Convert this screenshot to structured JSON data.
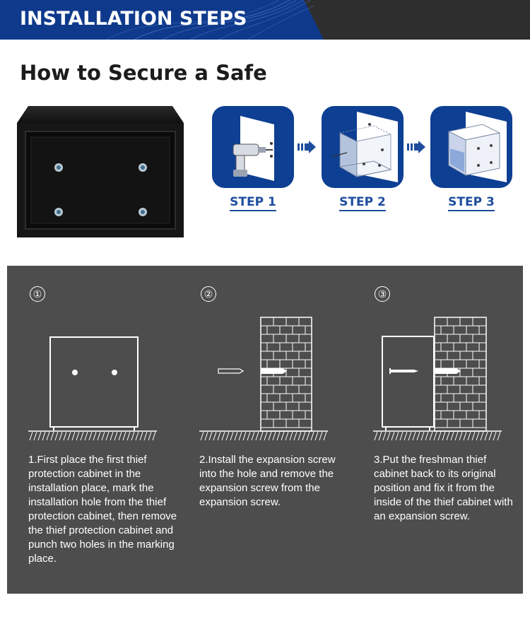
{
  "banner": {
    "title": "INSTALLATION STEPS"
  },
  "page_title": "How to Secure a Safe",
  "steps": [
    {
      "label": "STEP 1"
    },
    {
      "label": "STEP 2"
    },
    {
      "label": "STEP 3"
    }
  ],
  "instructions": [
    {
      "number": "①",
      "text": "1.First place the first thief protection cabinet in the installation place, mark the installation hole from the thief protection cabinet, then remove the thief protection cabinet and punch two holes in the marking place."
    },
    {
      "number": "②",
      "text": "2.Install the expansion screw into the hole and remove the expansion screw from the expansion screw."
    },
    {
      "number": "③",
      "text": "3.Put the freshman thief cabinet back to its original position and fix it from the inside of the thief cabinet with an expansion screw."
    }
  ],
  "colors": {
    "banner_bg": "#2e2e2e",
    "accent_blue": "#0d3f93",
    "step_text": "#1e4d9e",
    "panel_bg": "#4d4d4d"
  },
  "icons": [
    "drill-icon",
    "arrow-right-icon",
    "cabinet-wall-icon",
    "cabinet-mounted-icon"
  ]
}
